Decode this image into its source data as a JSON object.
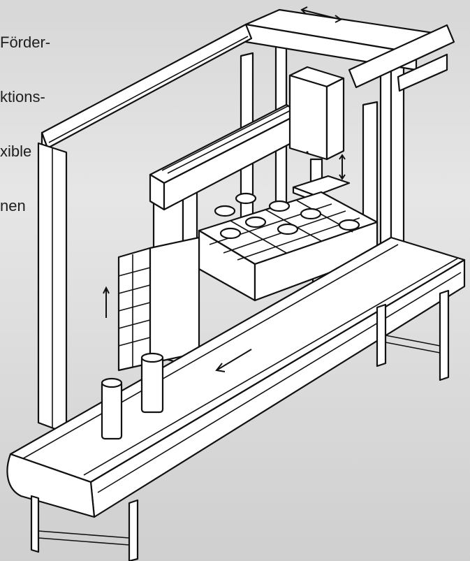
{
  "caption": {
    "lines": [
      "Förder-",
      "ktions-",
      "xible",
      "nen"
    ]
  },
  "diagram": {
    "components": [
      {
        "name": "gantry-frame",
        "icon": "frame-icon"
      },
      {
        "name": "carriage",
        "icon": "carriage-icon"
      },
      {
        "name": "gripper",
        "icon": "gripper-icon"
      },
      {
        "name": "crate",
        "icon": "crate-icon"
      },
      {
        "name": "crate-stack",
        "icon": "stack-icon"
      },
      {
        "name": "conveyor",
        "icon": "conveyor-icon"
      },
      {
        "name": "bottles",
        "icon": "bottle-icon"
      }
    ],
    "colors": {
      "line": "#111111",
      "fill": "#ffffff",
      "background": "#dcdcdc"
    }
  }
}
